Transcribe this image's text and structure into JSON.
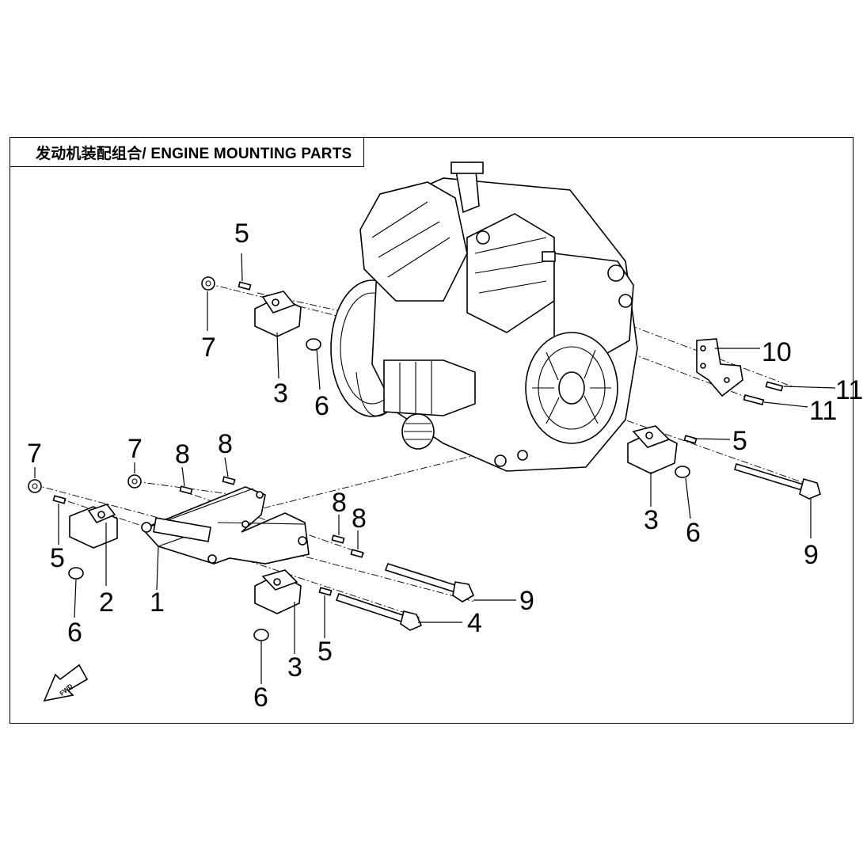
{
  "title": "发动机装配组合/ ENGINE MOUNTING PARTS",
  "fwd_label": "FWD",
  "callouts": [
    {
      "id": "c5a",
      "text": "5"
    },
    {
      "id": "c7a",
      "text": "7"
    },
    {
      "id": "c3a",
      "text": "3"
    },
    {
      "id": "c6a",
      "text": "6"
    },
    {
      "id": "c10",
      "text": "10"
    },
    {
      "id": "c11a",
      "text": "11"
    },
    {
      "id": "c11b",
      "text": "11"
    },
    {
      "id": "c5b",
      "text": "5"
    },
    {
      "id": "c3b",
      "text": "3"
    },
    {
      "id": "c6b",
      "text": "6"
    },
    {
      "id": "c9a",
      "text": "9"
    },
    {
      "id": "c7b",
      "text": "7"
    },
    {
      "id": "c5c",
      "text": "5"
    },
    {
      "id": "c2",
      "text": "2"
    },
    {
      "id": "c6c",
      "text": "6"
    },
    {
      "id": "c7c",
      "text": "7"
    },
    {
      "id": "c8a",
      "text": "8"
    },
    {
      "id": "c8b",
      "text": "8"
    },
    {
      "id": "c8c",
      "text": "8"
    },
    {
      "id": "c8d",
      "text": "8"
    },
    {
      "id": "c1",
      "text": "1"
    },
    {
      "id": "c9b",
      "text": "9"
    },
    {
      "id": "c4",
      "text": "4"
    },
    {
      "id": "c5d",
      "text": "5"
    },
    {
      "id": "c3c",
      "text": "3"
    },
    {
      "id": "c6d",
      "text": "6"
    }
  ]
}
